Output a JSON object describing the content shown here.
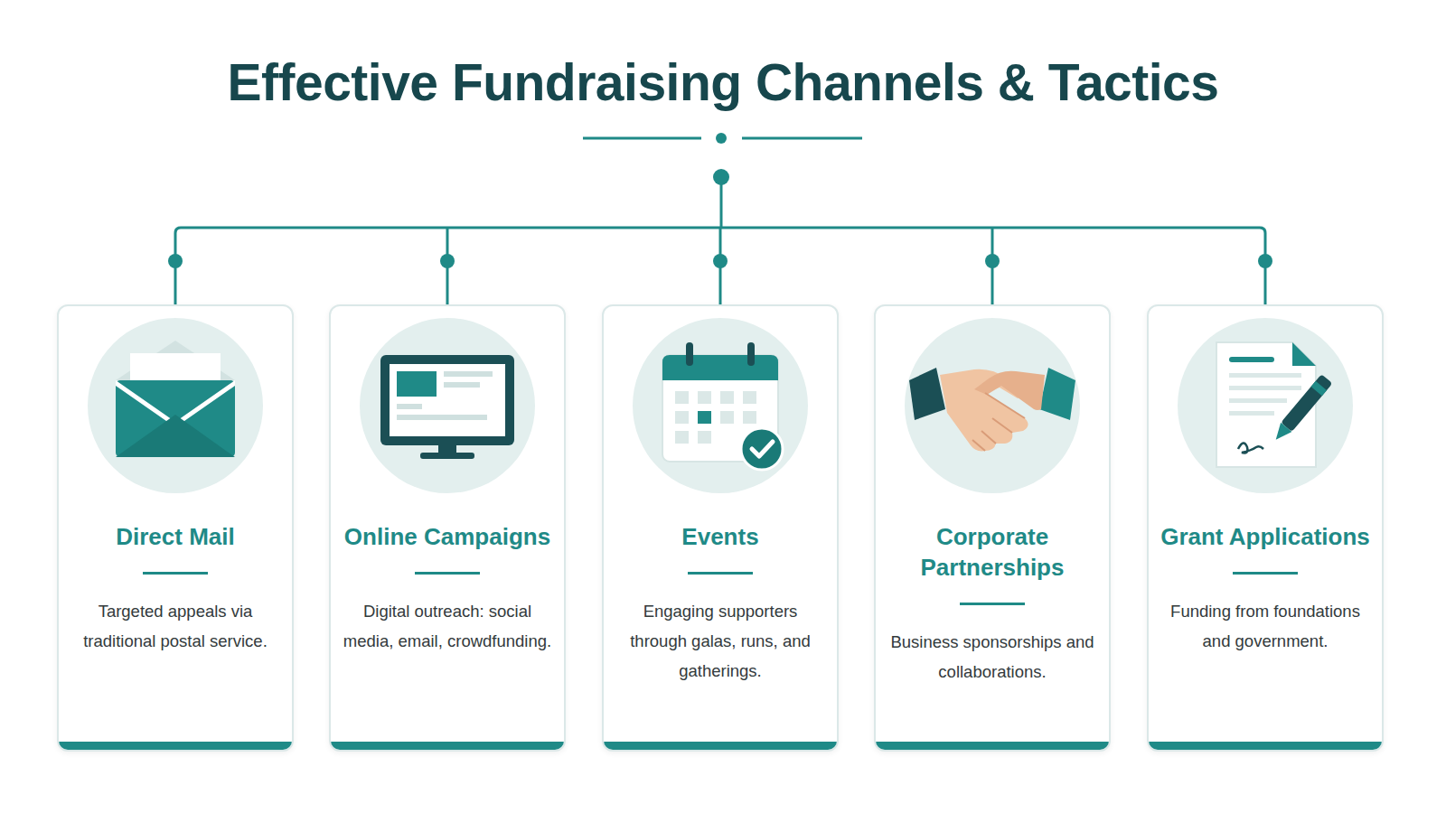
{
  "diagram": {
    "title": "Effective Fundraising Channels & Tactics",
    "nodes": [
      {
        "text": [
          "Direct Mail",
          "Targeted appeals via traditional postal service."
        ]
      },
      {
        "text": [
          "Online Campaigns",
          "Digital outreach: social media, email, crowdfunding."
        ]
      },
      {
        "text": [
          "Events",
          "Engaging supporters through galas, runs, and gatherings."
        ]
      },
      {
        "text": [
          "Corporate Partnerships",
          "Business sponsorships and collaborations."
        ]
      },
      {
        "text": [
          "Grant Applications",
          "Funding from foundations and government."
        ]
      }
    ]
  }
}
